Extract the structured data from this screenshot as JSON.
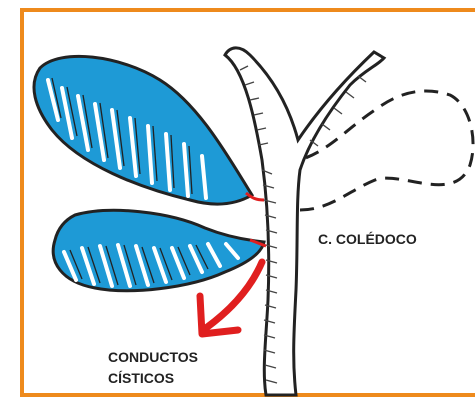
{
  "labels": {
    "common_duct": "C. COLÉDOCO",
    "cystic_line1": "CONDUCTOS",
    "cystic_line2": "CÍSTICOS"
  },
  "colors": {
    "border": "#ee8a1c",
    "gallbladder_fill": "#1e9ad6",
    "arrow": "#e01f1f",
    "ink": "#222222"
  }
}
